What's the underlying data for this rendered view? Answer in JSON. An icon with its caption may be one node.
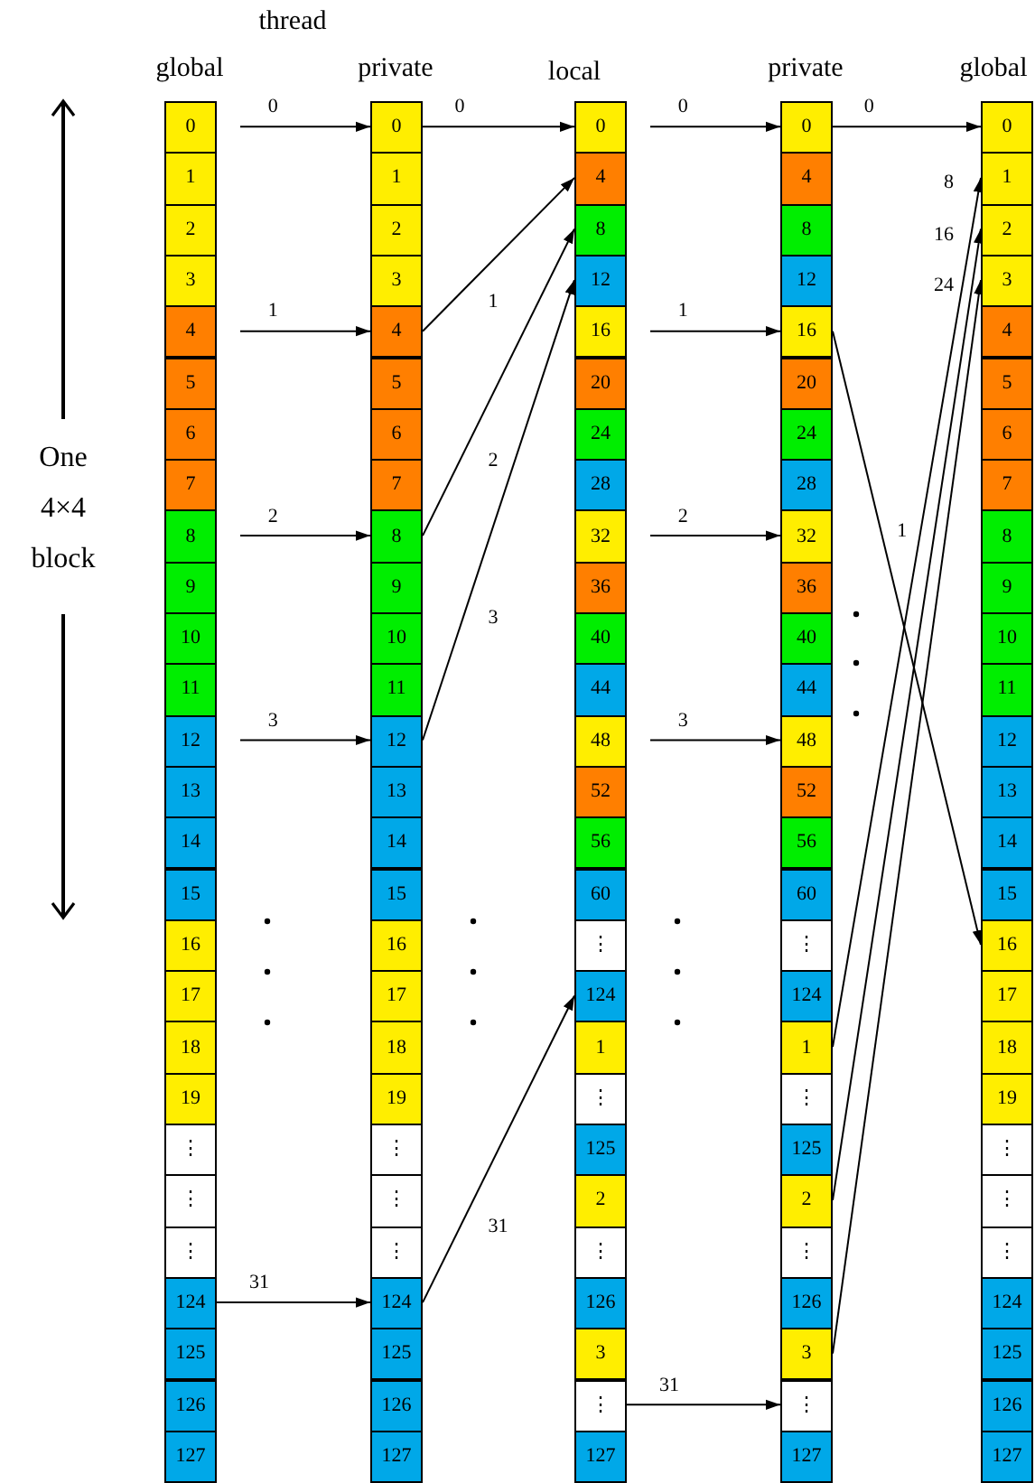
{
  "diagram": {
    "nodes": [
      {
        "text": [
          "0"
        ]
      },
      {
        "text": [
          "1"
        ]
      },
      {
        "text": [
          "2"
        ]
      },
      {
        "text": [
          "3"
        ]
      },
      {
        "text": [
          "4"
        ]
      },
      {
        "text": [
          "5"
        ]
      },
      {
        "text": [
          "6"
        ]
      },
      {
        "text": [
          "7"
        ]
      },
      {
        "text": [
          "8"
        ]
      },
      {
        "text": [
          "9"
        ]
      },
      {
        "text": [
          "10"
        ]
      },
      {
        "text": [
          "11"
        ]
      },
      {
        "text": [
          "12"
        ]
      },
      {
        "text": [
          "13"
        ]
      },
      {
        "text": [
          "14"
        ]
      },
      {
        "text": [
          "15"
        ]
      },
      {
        "text": [
          "16"
        ]
      },
      {
        "text": [
          "17"
        ]
      },
      {
        "text": [
          "18"
        ]
      },
      {
        "text": [
          "19"
        ]
      },
      {
        "text": [
          "⋮"
        ]
      },
      {
        "text": [
          "⋮"
        ]
      },
      {
        "text": [
          "⋮"
        ]
      },
      {
        "text": [
          "124"
        ]
      },
      {
        "text": [
          "125"
        ]
      },
      {
        "text": [
          "126"
        ]
      },
      {
        "text": [
          "127"
        ]
      },
      {
        "text": [
          "0"
        ]
      },
      {
        "text": [
          "1"
        ]
      },
      {
        "text": [
          "2"
        ]
      },
      {
        "text": [
          "3"
        ]
      },
      {
        "text": [
          "4"
        ]
      },
      {
        "text": [
          "5"
        ]
      },
      {
        "text": [
          "6"
        ]
      },
      {
        "text": [
          "7"
        ]
      },
      {
        "text": [
          "8"
        ]
      },
      {
        "text": [
          "9"
        ]
      },
      {
        "text": [
          "10"
        ]
      },
      {
        "text": [
          "11"
        ]
      },
      {
        "text": [
          "12"
        ]
      },
      {
        "text": [
          "13"
        ]
      },
      {
        "text": [
          "14"
        ]
      },
      {
        "text": [
          "15"
        ]
      },
      {
        "text": [
          "16"
        ]
      },
      {
        "text": [
          "17"
        ]
      },
      {
        "text": [
          "18"
        ]
      },
      {
        "text": [
          "19"
        ]
      },
      {
        "text": [
          "⋮"
        ]
      },
      {
        "text": [
          "⋮"
        ]
      },
      {
        "text": [
          "⋮"
        ]
      },
      {
        "text": [
          "124"
        ]
      },
      {
        "text": [
          "125"
        ]
      },
      {
        "text": [
          "126"
        ]
      },
      {
        "text": [
          "127"
        ]
      },
      {
        "text": [
          "0"
        ]
      },
      {
        "text": [
          "4"
        ]
      },
      {
        "text": [
          "8"
        ]
      },
      {
        "text": [
          "12"
        ]
      },
      {
        "text": [
          "16"
        ]
      },
      {
        "text": [
          "20"
        ]
      },
      {
        "text": [
          "24"
        ]
      },
      {
        "text": [
          "28"
        ]
      },
      {
        "text": [
          "32"
        ]
      },
      {
        "text": [
          "36"
        ]
      },
      {
        "text": [
          "40"
        ]
      },
      {
        "text": [
          "44"
        ]
      },
      {
        "text": [
          "48"
        ]
      },
      {
        "text": [
          "52"
        ]
      },
      {
        "text": [
          "56"
        ]
      },
      {
        "text": [
          "60"
        ]
      },
      {
        "text": [
          "⋮"
        ]
      },
      {
        "text": [
          "124"
        ]
      },
      {
        "text": [
          "1"
        ]
      },
      {
        "text": [
          "⋮"
        ]
      },
      {
        "text": [
          "125"
        ]
      },
      {
        "text": [
          "2"
        ]
      },
      {
        "text": [
          "⋮"
        ]
      },
      {
        "text": [
          "126"
        ]
      },
      {
        "text": [
          "3"
        ]
      },
      {
        "text": [
          "⋮"
        ]
      },
      {
        "text": [
          "127"
        ]
      },
      {
        "text": [
          "0"
        ]
      },
      {
        "text": [
          "4"
        ]
      },
      {
        "text": [
          "8"
        ]
      },
      {
        "text": [
          "12"
        ]
      },
      {
        "text": [
          "16"
        ]
      },
      {
        "text": [
          "20"
        ]
      },
      {
        "text": [
          "24"
        ]
      },
      {
        "text": [
          "28"
        ]
      },
      {
        "text": [
          "32"
        ]
      },
      {
        "text": [
          "36"
        ]
      },
      {
        "text": [
          "40"
        ]
      },
      {
        "text": [
          "44"
        ]
      },
      {
        "text": [
          "48"
        ]
      },
      {
        "text": [
          "52"
        ]
      },
      {
        "text": [
          "56"
        ]
      },
      {
        "text": [
          "60"
        ]
      },
      {
        "text": [
          "⋮"
        ]
      },
      {
        "text": [
          "124"
        ]
      },
      {
        "text": [
          "1"
        ]
      },
      {
        "text": [
          "⋮"
        ]
      },
      {
        "text": [
          "125"
        ]
      },
      {
        "text": [
          "2"
        ]
      },
      {
        "text": [
          "⋮"
        ]
      },
      {
        "text": [
          "126"
        ]
      },
      {
        "text": [
          "3"
        ]
      },
      {
        "text": [
          "⋮"
        ]
      },
      {
        "text": [
          "127"
        ]
      },
      {
        "text": [
          "0"
        ]
      },
      {
        "text": [
          "1"
        ]
      },
      {
        "text": [
          "2"
        ]
      },
      {
        "text": [
          "3"
        ]
      },
      {
        "text": [
          "4"
        ]
      },
      {
        "text": [
          "5"
        ]
      },
      {
        "text": [
          "6"
        ]
      },
      {
        "text": [
          "7"
        ]
      },
      {
        "text": [
          "8"
        ]
      },
      {
        "text": [
          "9"
        ]
      },
      {
        "text": [
          "10"
        ]
      },
      {
        "text": [
          "11"
        ]
      },
      {
        "text": [
          "12"
        ]
      },
      {
        "text": [
          "13"
        ]
      },
      {
        "text": [
          "14"
        ]
      },
      {
        "text": [
          "15"
        ]
      },
      {
        "text": [
          "16"
        ]
      },
      {
        "text": [
          "17"
        ]
      },
      {
        "text": [
          "18"
        ]
      },
      {
        "text": [
          "19"
        ]
      },
      {
        "text": [
          "⋮"
        ]
      },
      {
        "text": [
          "⋮"
        ]
      },
      {
        "text": [
          "⋮"
        ]
      },
      {
        "text": [
          "124"
        ]
      },
      {
        "text": [
          "125"
        ]
      },
      {
        "text": [
          "126"
        ]
      },
      {
        "text": [
          "127"
        ]
      }
    ],
    "edges": [
      {
        "from": null,
        "to": 27,
        "arrow": "to",
        "label": "0"
      },
      {
        "from": null,
        "to": 31,
        "arrow": "to",
        "label": "1"
      },
      {
        "from": null,
        "to": 35,
        "arrow": "to",
        "label": "2"
      },
      {
        "from": null,
        "to": 39,
        "arrow": "to",
        "label": "3"
      },
      {
        "from": 23,
        "to": 50,
        "arrow": "to",
        "label": "31"
      },
      {
        "from": 27,
        "to": 54,
        "arrow": "to",
        "label": "0"
      },
      {
        "from": 31,
        "to": 55,
        "arrow": "to",
        "label": "1"
      },
      {
        "from": 35,
        "to": 56,
        "arrow": "to",
        "label": "2"
      },
      {
        "from": 39,
        "to": 57,
        "arrow": "to",
        "label": "3"
      },
      {
        "from": 50,
        "to": 71,
        "arrow": "to",
        "label": "31"
      },
      {
        "from": null,
        "to": 81,
        "arrow": "to",
        "label": "0"
      },
      {
        "from": null,
        "to": 85,
        "arrow": "to",
        "label": "1"
      },
      {
        "from": null,
        "to": 89,
        "arrow": "to",
        "label": "2"
      },
      {
        "from": null,
        "to": 93,
        "arrow": "to",
        "label": "3"
      },
      {
        "from": 79,
        "to": 106,
        "arrow": "to",
        "label": "31"
      },
      {
        "from": 81,
        "to": 108,
        "arrow": "to",
        "label": "0"
      },
      {
        "from": 85,
        "to": 124,
        "arrow": "to",
        "label": "1"
      },
      {
        "from": 99,
        "to": 109,
        "arrow": "to",
        "label": "8"
      },
      {
        "from": 102,
        "to": 110,
        "arrow": "to",
        "label": "16"
      },
      {
        "from": 105,
        "to": 111,
        "arrow": "to",
        "label": "24"
      }
    ],
    "labels": [
      "thread",
      "global",
      "private",
      "local",
      "private",
      "global",
      "One 4×4 block"
    ]
  }
}
